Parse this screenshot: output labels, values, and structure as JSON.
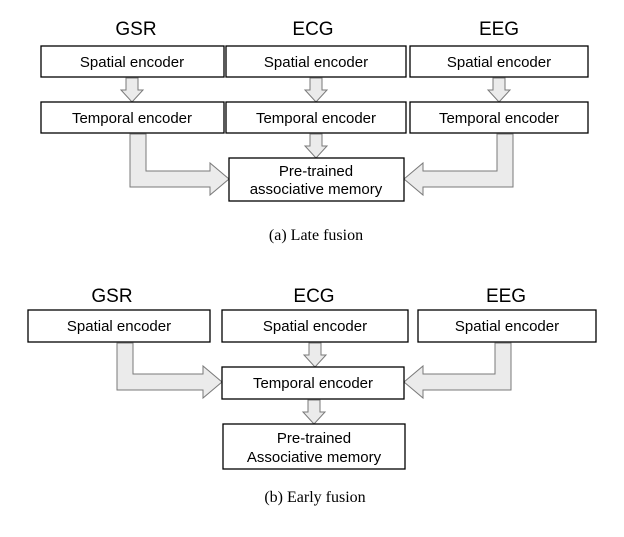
{
  "late_fusion": {
    "modalities": [
      "GSR",
      "ECG",
      "EEG"
    ],
    "spatial_encoder": "Spatial encoder",
    "temporal_encoder": "Temporal encoder",
    "memory_line1": "Pre-trained",
    "memory_line2": "associative  memory",
    "caption": "(a) Late fusion"
  },
  "early_fusion": {
    "modalities": [
      "GSR",
      "ECG",
      "EEG"
    ],
    "spatial_encoder": "Spatial encoder",
    "temporal_encoder": "Temporal encoder",
    "memory_line1": "Pre-trained",
    "memory_line2": "Associative memory",
    "caption": "(b) Early fusion"
  }
}
